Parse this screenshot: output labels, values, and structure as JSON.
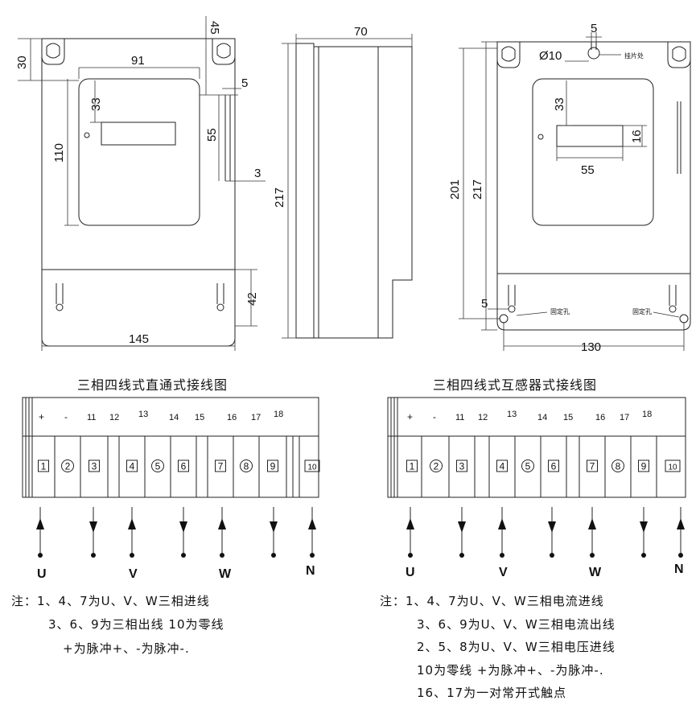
{
  "front_view": {
    "dims": [
      "30",
      "91",
      "45",
      "5",
      "33",
      "110",
      "55",
      "3",
      "42",
      "145"
    ]
  },
  "side_view": {
    "dims": [
      "70",
      "217"
    ]
  },
  "back_view": {
    "dims": [
      "5",
      "Ø10",
      "33",
      "16",
      "55",
      "201",
      "217",
      "5",
      "130"
    ],
    "hook_label": "挂片处",
    "fix_hole_left": "固定孔",
    "fix_hole_right": "固定孔"
  },
  "left_diagram": {
    "title": "三相四线式直通式接线图",
    "top_labels": [
      "+",
      "-",
      "11",
      "12",
      "13",
      "14",
      "15",
      "16",
      "17",
      "18"
    ],
    "terminals": [
      "1",
      "2",
      "3",
      "4",
      "5",
      "6",
      "7",
      "8",
      "9",
      "10"
    ],
    "phases": [
      "U",
      "V",
      "W",
      "N"
    ],
    "notes": [
      "注：1、4、7为U、V、W三相进线",
      "3、6、9为三相出线 10为零线",
      "+为脉冲+、-为脉冲-."
    ]
  },
  "right_diagram": {
    "title": "三相四线式互感器式接线图",
    "top_labels": [
      "+",
      "-",
      "11",
      "12",
      "13",
      "14",
      "15",
      "16",
      "17",
      "18"
    ],
    "terminals": [
      "1",
      "2",
      "3",
      "4",
      "5",
      "6",
      "7",
      "8",
      "9",
      "10"
    ],
    "phases": [
      "U",
      "V",
      "W",
      "N"
    ],
    "notes": [
      "注：1、4、7为U、V、W三相电流进线",
      "3、6、9为U、V、W三相电流出线",
      "2、5、8为U、V、W三相电压进线",
      "10为零线     +为脉冲+、-为脉冲-.",
      "16、17为一对常开式触点"
    ]
  }
}
